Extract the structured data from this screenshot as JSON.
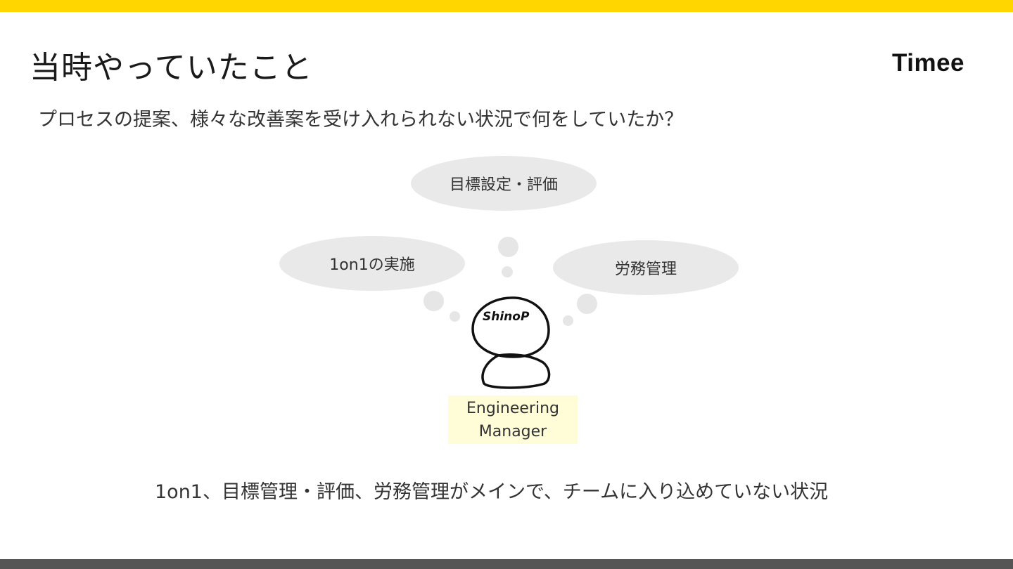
{
  "slide": {
    "title": "当時やっていたこと",
    "logo": "Timee",
    "subtitle": "プロセスの提案、様々な改善案を受け入れられない状況で何をしていたか？",
    "bubbles": {
      "top": "目標設定・評価",
      "left": "1on1の実施",
      "right": "労務管理"
    },
    "avatar_label": "ShinoP",
    "role": {
      "line1": "Engineering",
      "line2": "Manager"
    },
    "footer": "1on1、目標管理・評価、労務管理がメインで、チームに入り込めていない状況"
  },
  "colors": {
    "top_bar": "#ffd600",
    "bottom_bar": "#555555",
    "bubble": "#e9e9e9",
    "role_box": "#fffcd8"
  }
}
